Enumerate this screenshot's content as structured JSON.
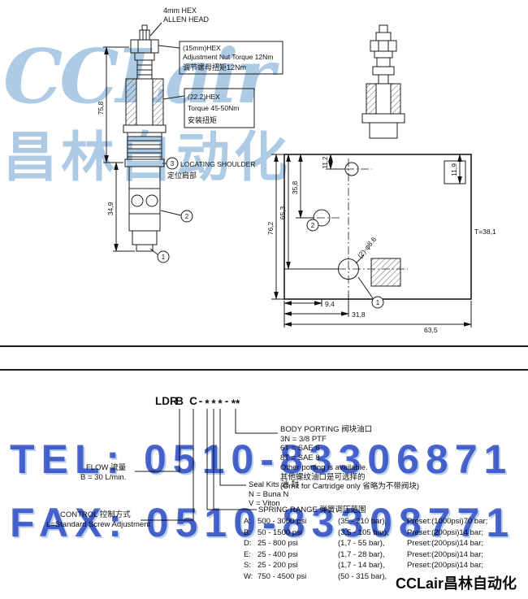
{
  "watermarks": {
    "logo_latin": "CCLair",
    "logo_cn": "昌林自动化",
    "tel": "TEL: 0510-83306871",
    "fax": "FAX: 0510-83308771",
    "footer_brand": "CCLair昌林自动化"
  },
  "colors": {
    "watermark_blue": "#2f4cc4",
    "logo_blue": "#aecbe6",
    "ink": "#111111"
  },
  "drawing": {
    "callouts": {
      "allen_1": "4mm HEX",
      "allen_2": "ALLEN HEAD",
      "nut_box": [
        "(15mm)HEX",
        "Adjustment Nut Torque 12Nm",
        "调节螺母扭矩12Nm"
      ],
      "hex_box": [
        "(22.2)HEX",
        "Torque 45-50Nm",
        "安装扭矩"
      ],
      "shoulder_1": "LOCATING SHOULDER",
      "shoulder_2": "定位肩部",
      "hole_label": "(2)-φ8.6",
      "thread_label": "T=38,1"
    },
    "balloons": {
      "left_1": "1",
      "left_2": "2",
      "left_3": "3",
      "man_1": "1",
      "man_2": "2"
    },
    "dims": {
      "valve_upper": "75,8",
      "valve_lower": "34,9",
      "man_height": "76,2",
      "man_653": "65,3",
      "man_358": "35,8",
      "man_112": "11,2",
      "man_119": "11,9",
      "bot_94": "9,4",
      "bot_318": "31,8",
      "bot_635": "63,5"
    }
  },
  "model": {
    "code_parts": {
      "series": "LDR",
      "flow": "B",
      "cavity": "C",
      "d1": "-",
      "s1": "*",
      "s2": "*",
      "s3": "*",
      "d2": "-",
      "s4": "**"
    },
    "body_porting": {
      "title": "BODY PORTING 阀块油口",
      "opt1": "3N = 3/8 PTF",
      "opt2": "6T = SAE 6",
      "opt3": "8T = SAE 8",
      "note1": "Other porting is available.",
      "note2": "其他螺纹油口是可选择的",
      "note3": "(Omit for Cartridge only 省略为不带阀块)"
    },
    "seal_kits": {
      "title": "Seal Kits 油 封",
      "opt1": "N = Buna N",
      "opt2": "V = Viton"
    },
    "spring_range": {
      "title": "SPRING RANGE  弹簧调压范围",
      "rows": [
        {
          "code": "A:",
          "psi": "500 - 3000 psi",
          "bar": "(35 - 210 bar),",
          "preset": "Preset:(1000psi)70 bar;"
        },
        {
          "code": "B:",
          "psi": "50 - 1500 psi",
          "bar": "(3,5 - 105 bar),",
          "preset": "Preset:(200psi)14 bar;"
        },
        {
          "code": "D:",
          "psi": "25 - 800 psi",
          "bar": "(1,7 - 55 bar),",
          "preset": "Preset:(200psi)14 bar;"
        },
        {
          "code": "E:",
          "psi": "25 - 400 psi",
          "bar": "(1,7 - 28 bar),",
          "preset": "Preset:(200psi)14 bar;"
        },
        {
          "code": "S:",
          "psi": "25 - 200 psi",
          "bar": "(1,7 - 14 bar),",
          "preset": "Preset:(200psi)14 bar;"
        },
        {
          "code": "W:",
          "psi": "750 - 4500 psi",
          "bar": "(50 - 315 bar),",
          "preset": ""
        }
      ]
    },
    "flow": {
      "title": "FLOW 流量",
      "value": "B = 30 L/min."
    },
    "control": {
      "title": "CONTROL 控制方式",
      "value": "L=Standard Screw Adjustment"
    }
  }
}
